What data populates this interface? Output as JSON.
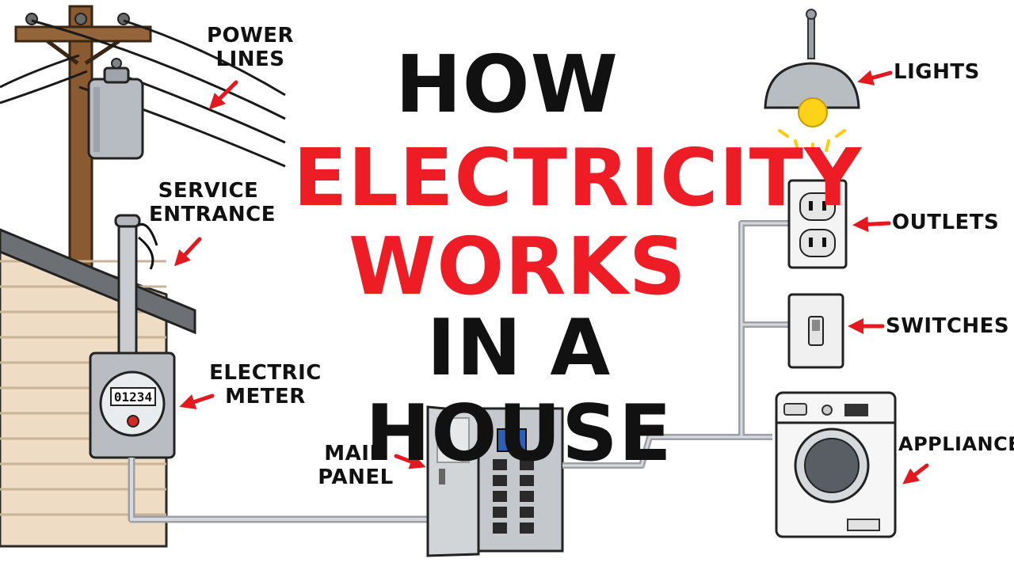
{
  "title": {
    "line1": "HOW",
    "line2": "ELECTRICITY",
    "line3": "WORKS",
    "line4": "IN A HOUSE"
  },
  "labels": {
    "power_lines": [
      "POWER",
      "LINES"
    ],
    "service_entrance": [
      "SERVICE",
      "ENTRANCE"
    ],
    "electric_meter": [
      "ELECTRIC",
      "METER"
    ],
    "main_panel": [
      "MAIN",
      "PANEL"
    ],
    "lights": "LIGHTS",
    "outlets": "OUTLETS",
    "switches": "SWITCHES",
    "appliances": "APPLIANCES"
  },
  "meter": {
    "reading": "01234"
  },
  "colors": {
    "title_black": "#111111",
    "title_red": "#ee1c24",
    "arrow_red": "#e3191f",
    "pole_brown": "#8a5a32",
    "house_siding": "#efdcc4",
    "metal_gray": "#c9ccd0",
    "bulb_yellow": "#ffd21a"
  },
  "icons": [
    "power-pole-icon",
    "transformer-icon",
    "house-icon",
    "electric-meter-icon",
    "main-panel-icon",
    "pendant-lamp-icon",
    "outlet-icon",
    "light-switch-icon",
    "washing-machine-icon",
    "arrow-icon"
  ]
}
